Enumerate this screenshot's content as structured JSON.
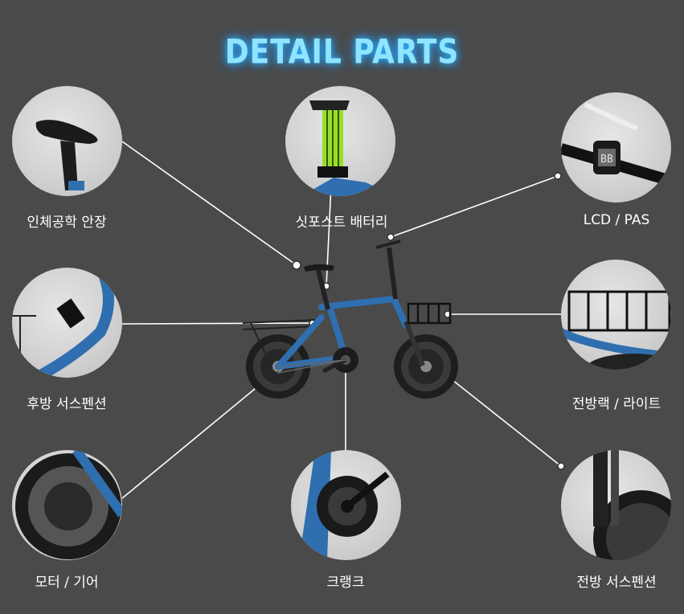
{
  "title": "DETAIL PARTS",
  "parts": {
    "saddle": "인체공학 안장",
    "battery": "싯포스트 배터리",
    "lcd": "LCD / PAS",
    "rear_suspension": "후방 서스펜션",
    "front_rack": "전방랙 / 라이트",
    "motor": "모터 / 기어",
    "crank": "크랭크",
    "front_suspension": "전방 서스펜션"
  },
  "colors": {
    "background": "#4a4a4a",
    "title_glow": "#8fe4ff",
    "frame_blue": "#2f6fb0",
    "battery_green": "#9bdc2a"
  },
  "icons": {
    "lcd_display": "BB"
  }
}
